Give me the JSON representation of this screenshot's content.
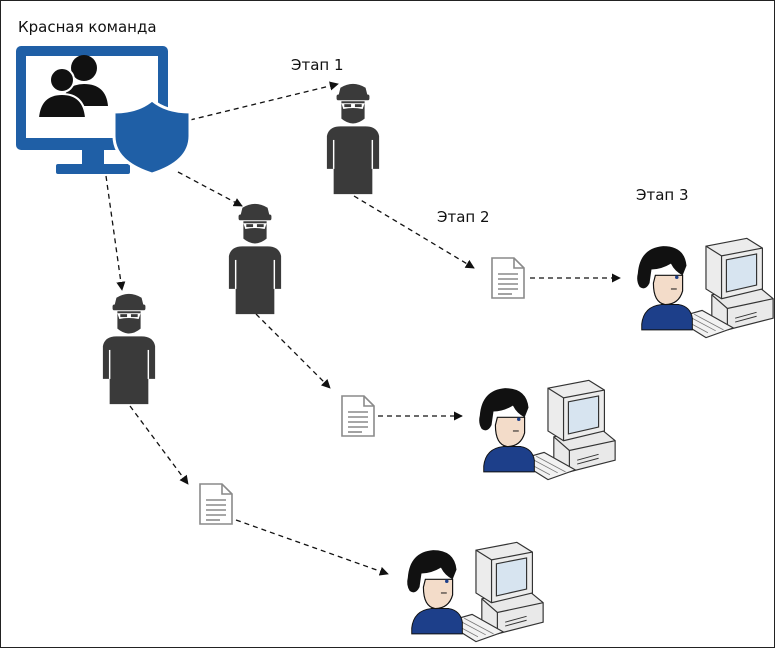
{
  "labels": {
    "team": "Красная команда",
    "stage1": "Этап 1",
    "stage2": "Этап 2",
    "stage3": "Этап 3"
  },
  "colors": {
    "team_blue": "#1f5fa6",
    "attacker": "#3a3a3a",
    "document_stroke": "#8a8a8a",
    "arrow": "#111111",
    "user_skin": "#f3dcc9",
    "user_shirt": "#1d3f8a",
    "computer_body": "#e9e9e9"
  },
  "icons": {
    "team": "monitor-with-users-and-shield-icon",
    "attacker": "masked-hacker-icon",
    "document": "document-icon",
    "victim": "user-at-computer-icon"
  }
}
